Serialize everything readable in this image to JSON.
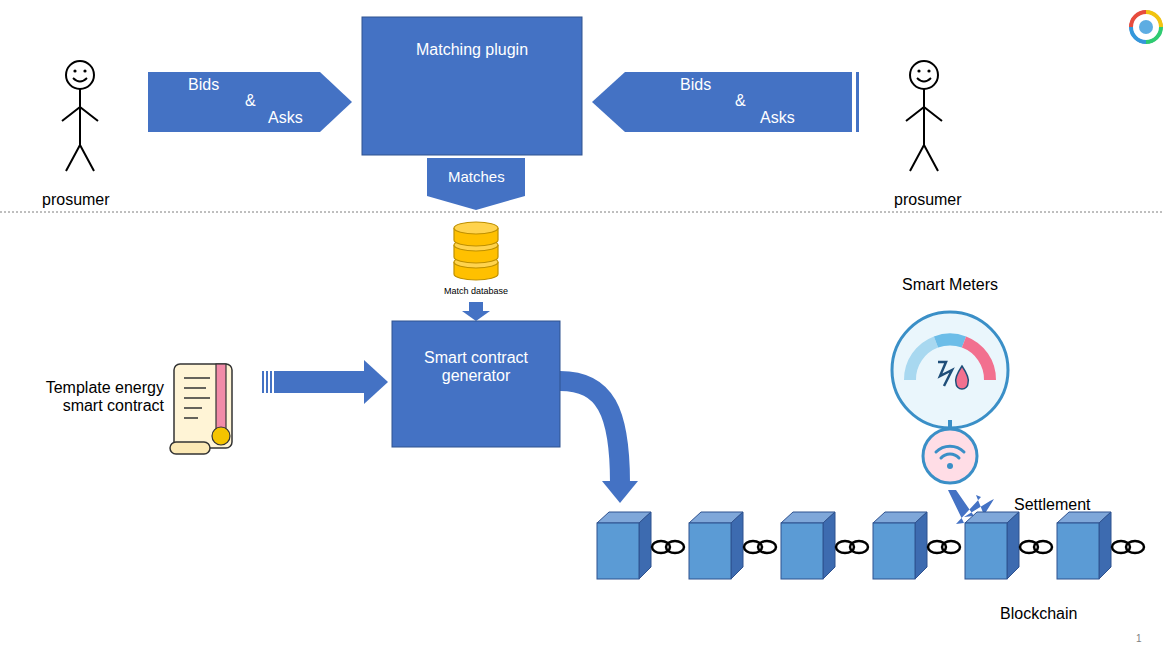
{
  "diagram": {
    "nodes": [
      {
        "text": [
          "prosumer"
        ]
      },
      {
        "text": [
          "Bids",
          "&",
          "Asks"
        ]
      },
      {
        "text": [
          "Matching plugin"
        ]
      },
      {
        "text": [
          "Bids",
          "&",
          "Asks"
        ]
      },
      {
        "text": [
          "prosumer"
        ]
      },
      {
        "text": [
          "Matches"
        ]
      },
      {
        "text": [
          "Match database"
        ]
      },
      {
        "text": [
          "Template energy smart contract"
        ]
      },
      {
        "text": [
          "Smart contract generator"
        ]
      },
      {
        "text": [
          "Smart Meters"
        ]
      },
      {
        "text": [
          "Blockchain"
        ]
      }
    ],
    "edges": [
      {
        "from": 6,
        "to": 8,
        "arrow": "to"
      },
      {
        "from": 7,
        "to": 8,
        "arrow": "to"
      },
      {
        "from": 8,
        "to": 10,
        "arrow": "to"
      },
      {
        "from": 9,
        "to": 10,
        "label": "Settlement",
        "arrow": "to"
      }
    ],
    "labels": [
      "1"
    ]
  }
}
